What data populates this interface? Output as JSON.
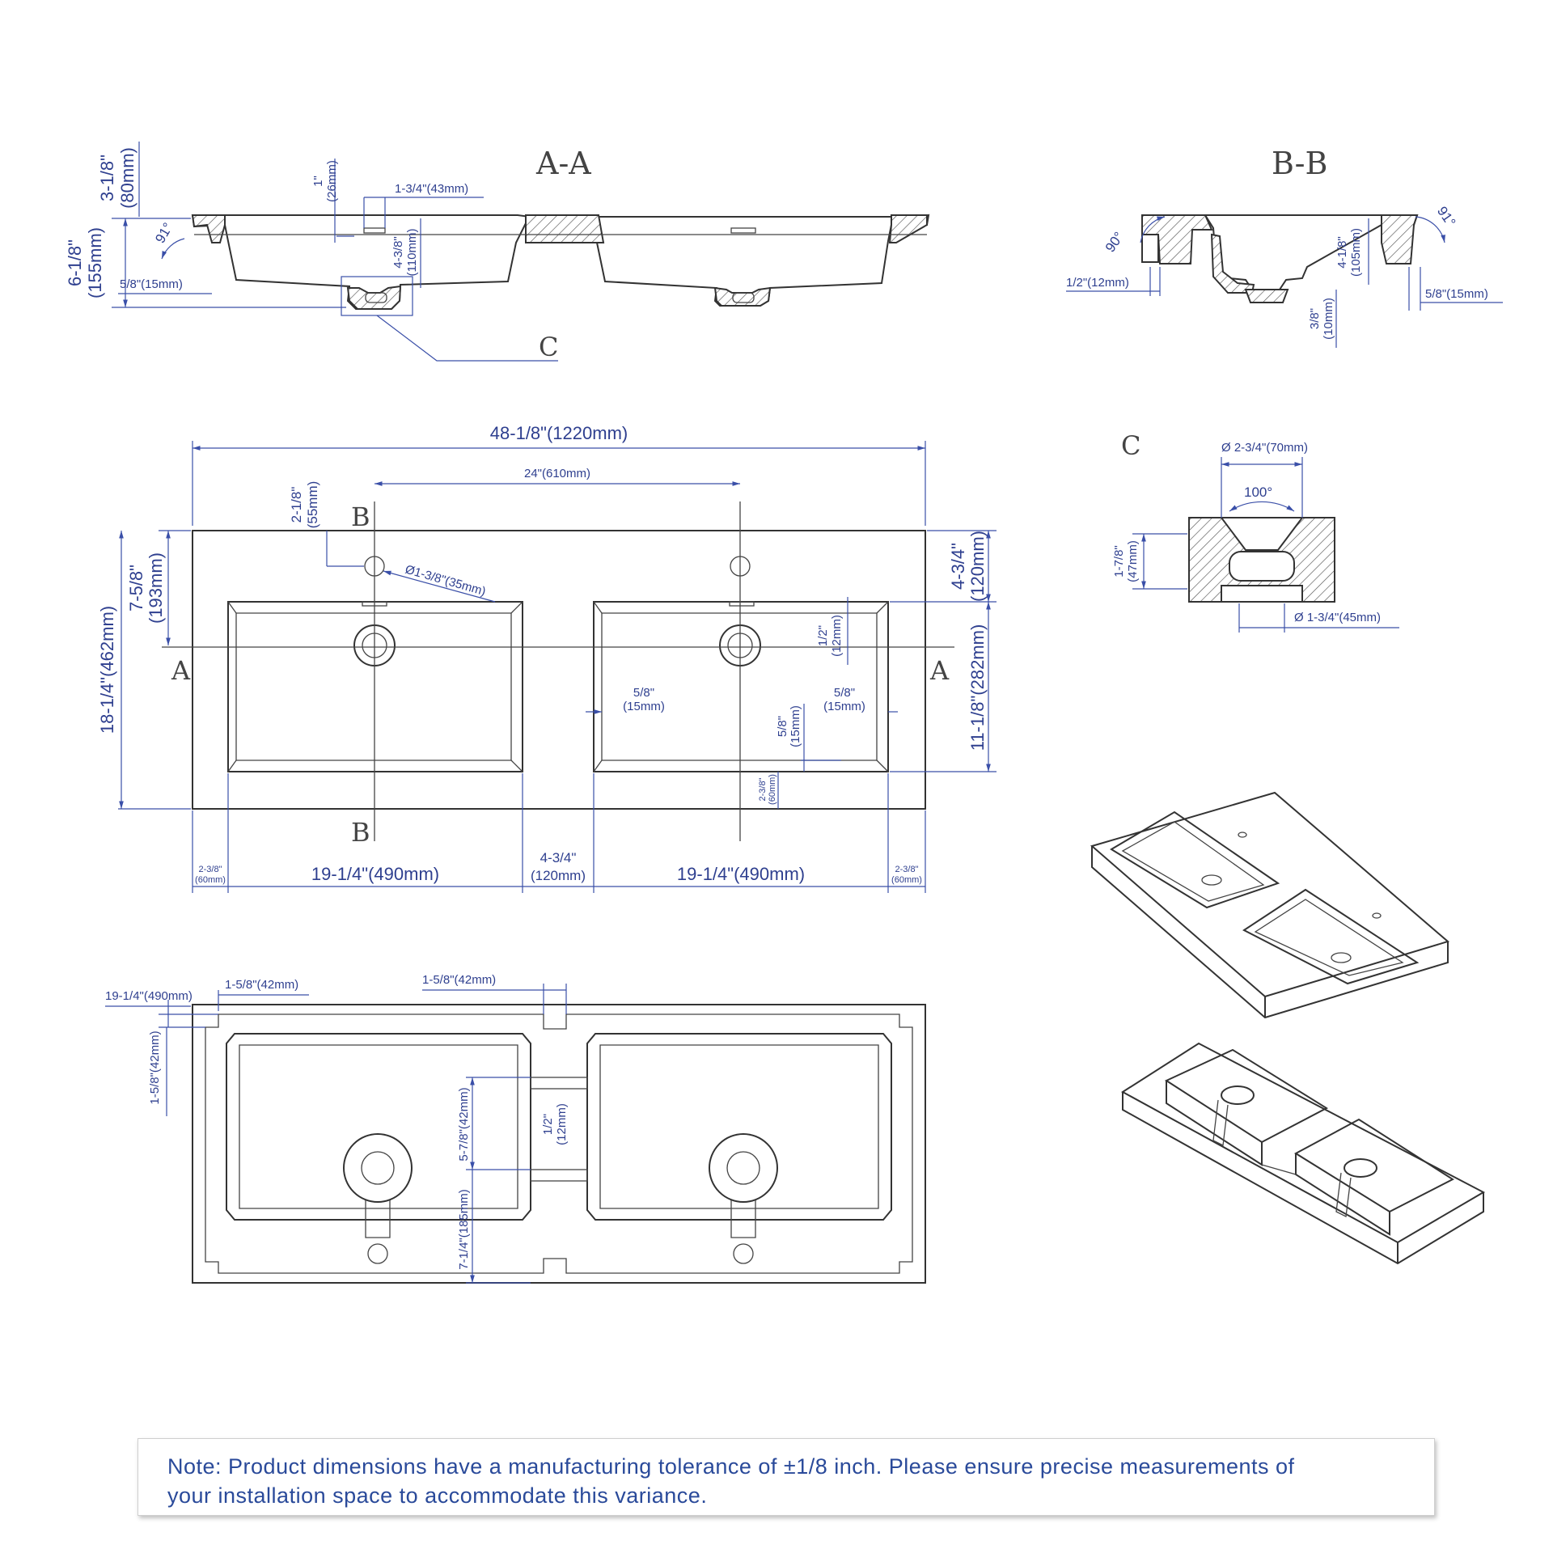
{
  "views": {
    "aa": {
      "title": "A-A",
      "dims": {
        "height_total": "6-1/8\"",
        "height_total_mm": "(155mm)",
        "depth_top": "3-1/8\"",
        "depth_top_mm": "(80mm)",
        "overflow_offset": "1\"",
        "overflow_offset_mm": "(26mm)",
        "overflow_width": "1-3/4\"(43mm)",
        "bowl_depth": "4-3/8\"",
        "bowl_depth_mm": "(110mm)",
        "rim": "5/8\"(15mm)",
        "angle": "91°"
      },
      "detail_label": "C"
    },
    "bb": {
      "title": "B-B",
      "dims": {
        "angle_left": "90°",
        "angle_right": "91°",
        "bowl_depth": "4-1/8\"",
        "bowl_depth_mm": "(105mm)",
        "left_rim": "1/2\"(12mm)",
        "right_rim": "5/8\"(15mm)",
        "bottom": "3/8\"",
        "bottom_mm": "(10mm)"
      }
    },
    "c": {
      "title": "C",
      "dims": {
        "top_diameter": "Ø 2-3/4\"(70mm)",
        "angle": "100°",
        "height": "1-7/8\"",
        "height_mm": "(47mm)",
        "bottom_diameter": "Ø 1-3/4\"(45mm)"
      }
    },
    "top": {
      "labels": {
        "a_left": "A",
        "a_right": "A",
        "b_top": "B",
        "b_bottom": "B"
      },
      "dims": {
        "overall_width": "48-1/8\"(1220mm)",
        "faucet_spacing": "24\"(610mm)",
        "faucet_offset": "2-1/8\"",
        "faucet_offset_mm": "(55mm)",
        "faucet_hole": "Ø1-3/8\"(35mm)",
        "drain_from_back": "7-5/8\"",
        "drain_from_back_mm": "(193mm)",
        "overall_depth": "18-1/4\"(462mm)",
        "back_to_bowl": "4-3/4\"",
        "back_to_bowl_mm": "(120mm)",
        "bowl_to_front": "11-1/8\"(282mm)",
        "lip": "1/2\"",
        "lip_mm": "(12mm)",
        "inner_left": "5/8\"",
        "inner_left_mm": "(15mm)",
        "inner_right": "5/8\"",
        "inner_right_mm": "(15mm)",
        "inner_bottom": "5/8\"",
        "inner_bottom_mm": "(15mm)",
        "front_margin": "2-3/8\"",
        "front_margin_mm": "(60mm)",
        "edge_left": "2-3/8\"",
        "edge_left_mm": "(60mm)",
        "bowl_width_left": "19-1/4\"(490mm)",
        "center_gap": "4-3/4\"",
        "center_gap_mm": "(120mm)",
        "bowl_width_right": "19-1/4\"(490mm)",
        "edge_right": "2-3/8\"",
        "edge_right_mm": "(60mm)"
      }
    },
    "bottom": {
      "dims": {
        "bowl_width": "19-1/4\"(490mm)",
        "notch_left": "1-5/8\"(42mm)",
        "notch_center": "1-5/8\"(42mm)",
        "notch_side": "1-5/8\"(42mm)",
        "rib_height": "5-7/8\"(42mm)",
        "rib_gap": "1/2\"",
        "rib_gap_mm": "(12mm)",
        "drain_height": "7-1/4\"(185mm)"
      }
    }
  },
  "note": {
    "line1": "Note: Product dimensions have a manufacturing tolerance of ±1/8 inch. Please ensure precise measurements of",
    "line2": "your installation space to accommodate this variance."
  }
}
